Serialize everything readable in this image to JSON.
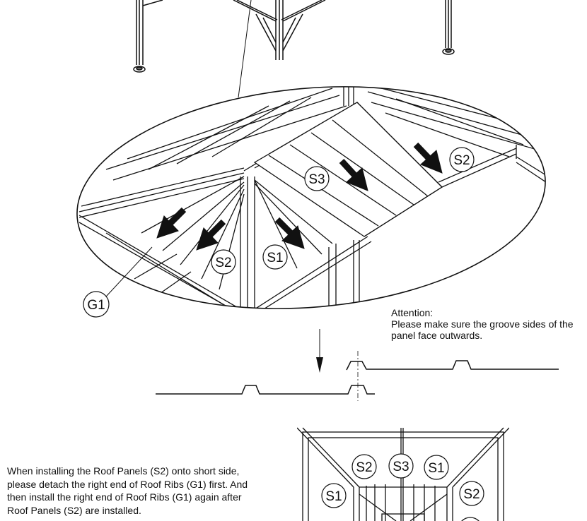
{
  "labels": {
    "g1": "G1",
    "s1": "S1",
    "s2": "S2",
    "s3": "S3"
  },
  "attention": {
    "title": "Attention:",
    "line1": "Please make sure the groove sides of the",
    "line2": "panel face outwards."
  },
  "instructions": {
    "line1": "When installing the Roof Panels (S2) onto short side,",
    "line2": "please detach the right end of Roof Ribs (G1) first. And",
    "line3": "then install the right end of Roof Ribs (G1) again after",
    "line4": "Roof Panels (S2) are installed."
  }
}
